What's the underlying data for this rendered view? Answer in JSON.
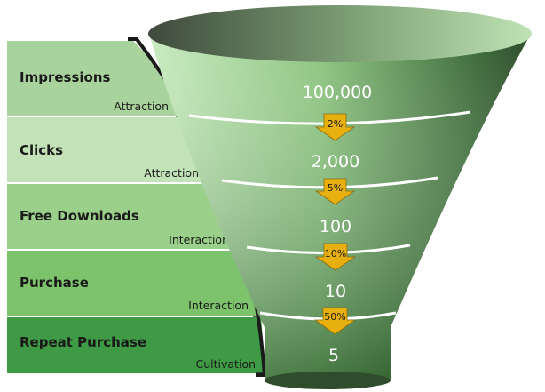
{
  "stages": [
    {
      "label": "Impressions",
      "sublabel": "Attraction",
      "value": "100,000"
    },
    {
      "label": "Clicks",
      "sublabel": "Attraction",
      "value": "2,000"
    },
    {
      "label": "Free Downloads",
      "sublabel": "Interaction",
      "value": "100"
    },
    {
      "label": "Purchase",
      "sublabel": "Interaction",
      "value": "10"
    },
    {
      "label": "Repeat Purchase",
      "sublabel": "Cultivation",
      "value": "5"
    }
  ],
  "conversions": [
    "2%",
    "5%",
    "10%",
    "50%"
  ],
  "colors": {
    "band1": "#a9d39d",
    "band2": "#c3e2b7",
    "band3": "#9bd08a",
    "band4": "#7cc36c",
    "band5": "#3f9a45",
    "arrow": "#e8b00f"
  }
}
